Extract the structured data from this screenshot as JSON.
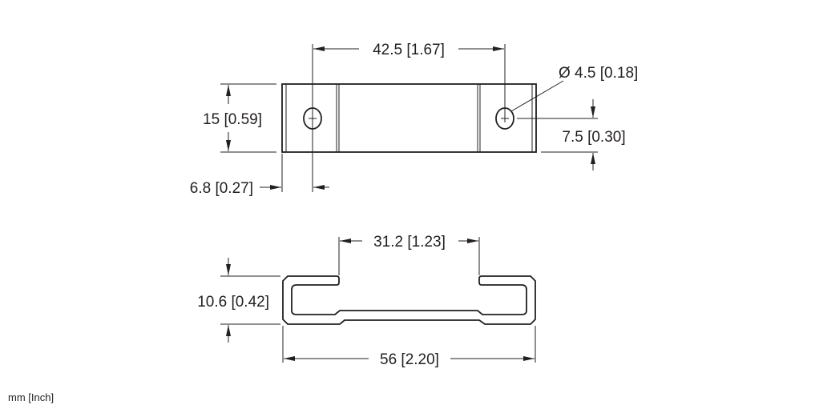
{
  "drawing": {
    "top_view": {
      "hole_spacing": "42.5 [1.67]",
      "hole_diameter": "Ø 4.5 [0.18]",
      "width": "15 [0.59]",
      "hole_center_height": "7.5 [0.30]",
      "hole_edge_offset": "6.8 [0.27]"
    },
    "side_view": {
      "opening_width": "31.2 [1.23]",
      "height": "10.6 [0.42]",
      "length": "56 [2.20]"
    },
    "units_note": "mm [Inch]"
  }
}
